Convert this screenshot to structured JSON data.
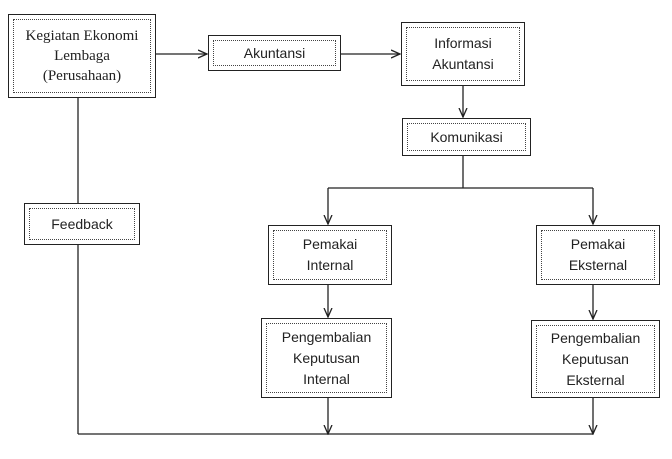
{
  "diagram": {
    "nodes": {
      "kegiatan": {
        "lines": [
          "Kegiatan Ekonomi",
          "Lembaga",
          "(Perusahaan)"
        ]
      },
      "akuntansi": {
        "lines": [
          "Akuntansi"
        ]
      },
      "informasi": {
        "lines": [
          "Informasi",
          "Akuntansi"
        ]
      },
      "komunikasi": {
        "lines": [
          "Komunikasi"
        ]
      },
      "feedback": {
        "lines": [
          "Feedback"
        ]
      },
      "pemakai_internal": {
        "lines": [
          "Pemakai",
          "Internal"
        ]
      },
      "pemakai_eksternal": {
        "lines": [
          "Pemakai",
          "Eksternal"
        ]
      },
      "pengembalian_internal": {
        "lines": [
          "Pengembalian",
          "Keputusan",
          "Internal"
        ]
      },
      "pengembalian_eksternal": {
        "lines": [
          "Pengembalian",
          "Keputusan",
          "Eksternal"
        ]
      }
    },
    "colors": {
      "stroke": "#222222",
      "background": "#ffffff"
    }
  }
}
